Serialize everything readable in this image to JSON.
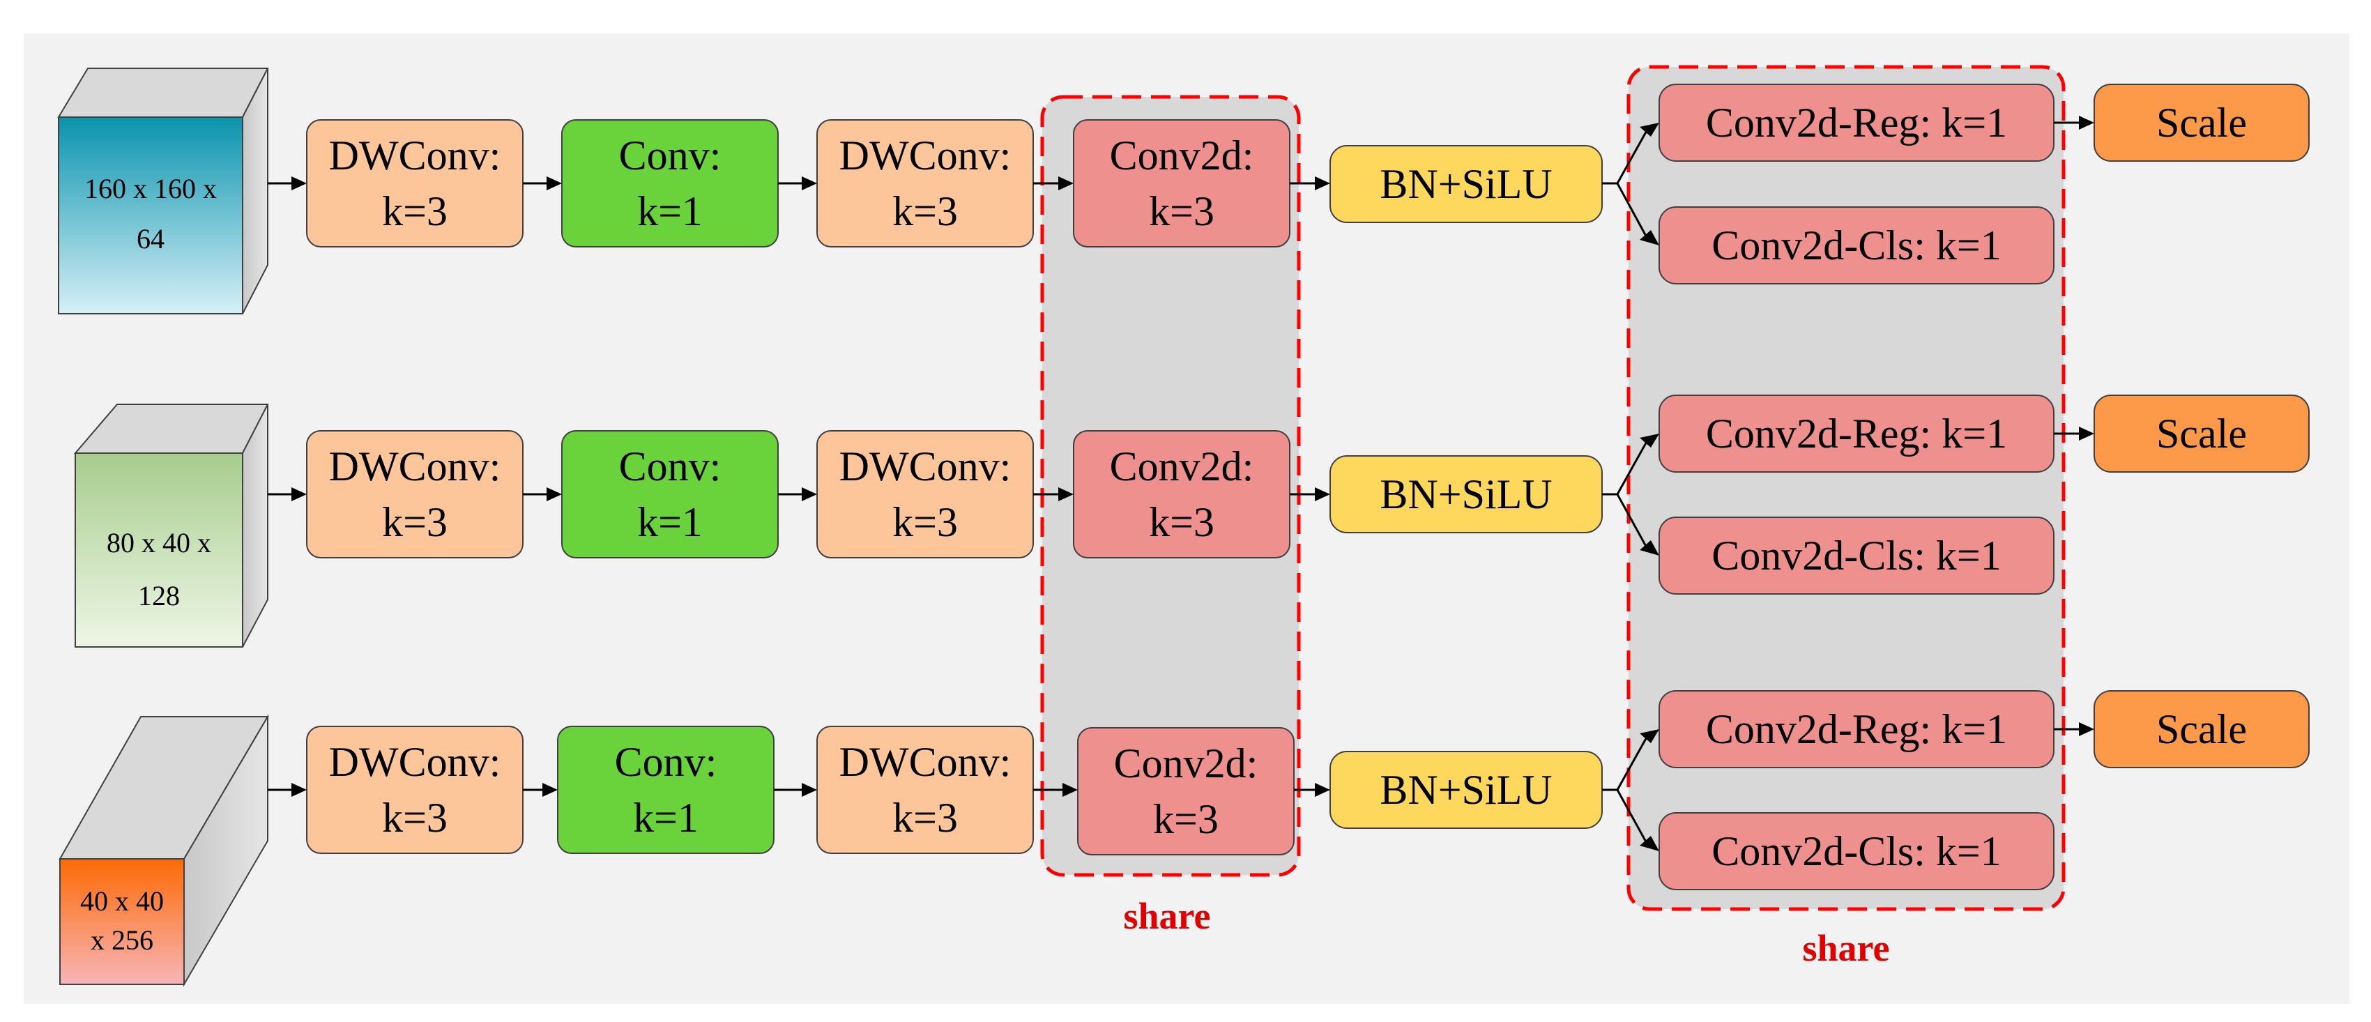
{
  "colors": {
    "dwconv": "#fdc69a",
    "conv": "#6ad33b",
    "conv2d": "#ee908e",
    "bn_silu": "#fed85c",
    "scale": "#fd9a4a",
    "share_border": "#ff0000",
    "share_fill": "#d8d8d8"
  },
  "inputs": [
    {
      "line1": "160 x 160 x",
      "line2": "64"
    },
    {
      "line1": "80 x 40 x",
      "line2": "128"
    },
    {
      "line1": "40 x 40",
      "line2": "x 256"
    }
  ],
  "labels": {
    "dwconv": [
      "DWConv:",
      "k=3"
    ],
    "conv": [
      "Conv:",
      "k=1"
    ],
    "conv2d": [
      "Conv2d:",
      "k=3"
    ],
    "bn_silu": "BN+SiLU",
    "reg": "Conv2d-Reg: k=1",
    "cls": "Conv2d-Cls: k=1",
    "scale": "Scale",
    "share": "share"
  }
}
